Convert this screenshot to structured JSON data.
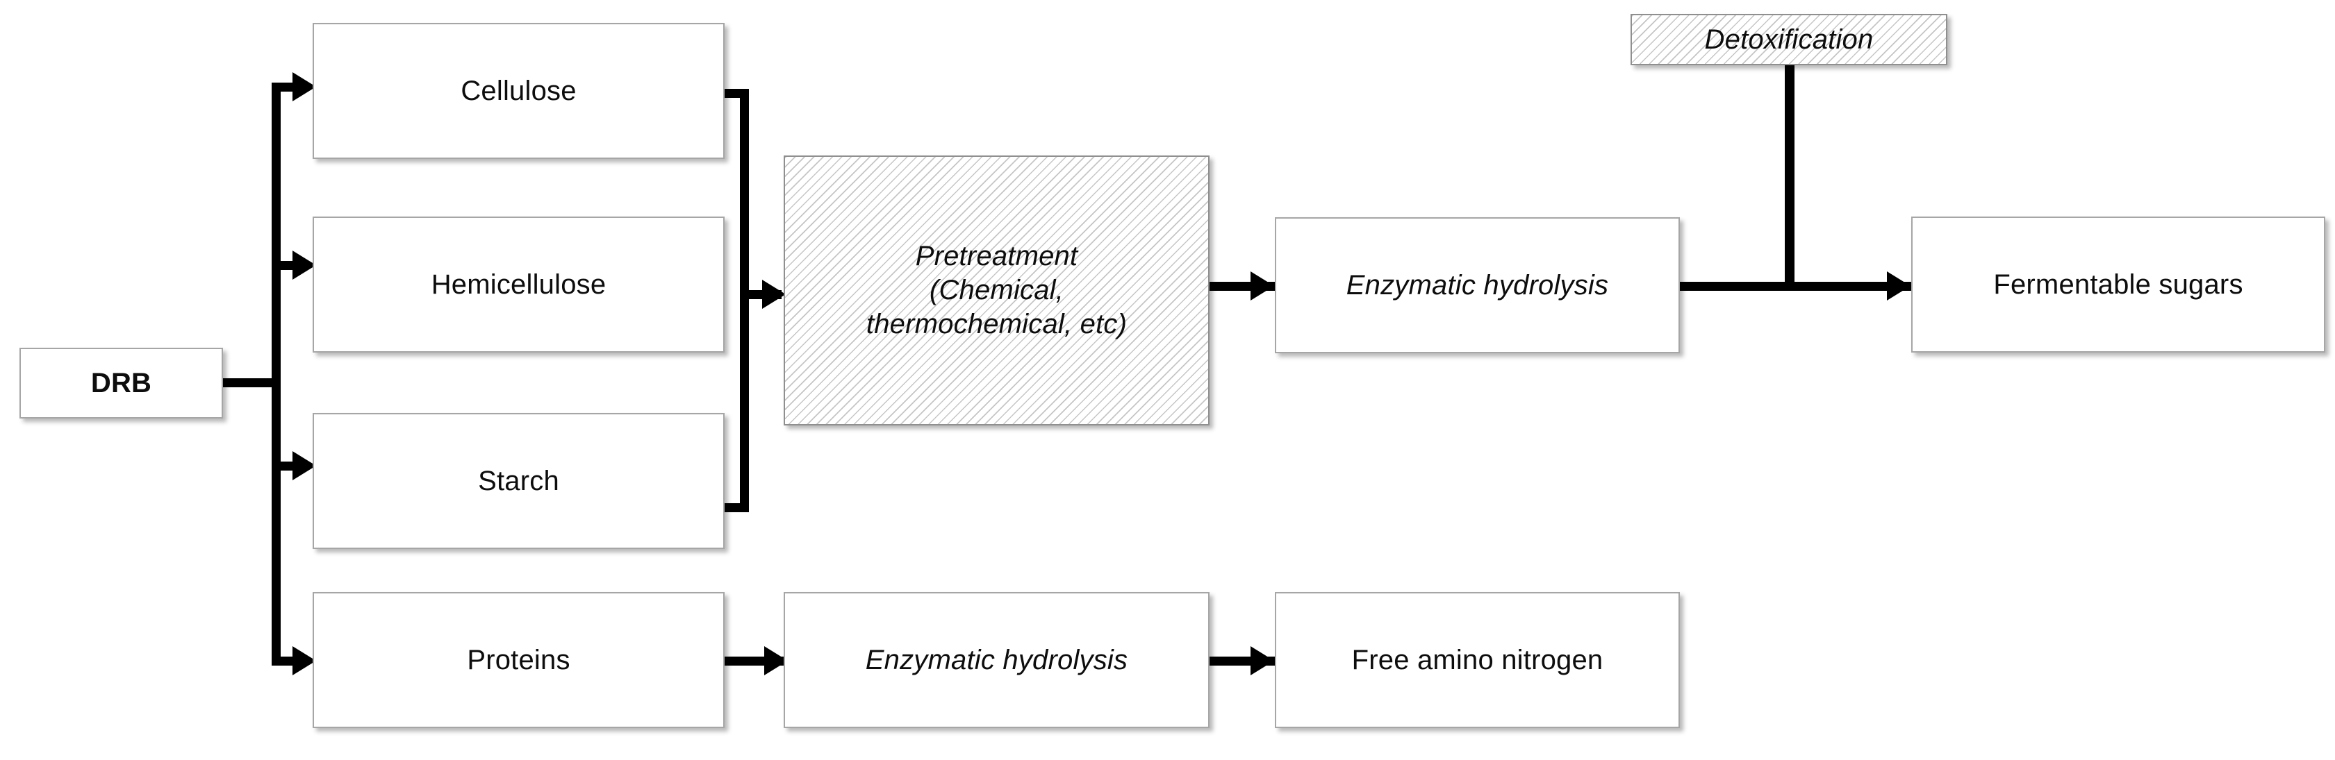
{
  "diagram": {
    "title": "DRB biomass fractionation and hydrolysis flow diagram",
    "background_color": "#ffffff",
    "line_color": "#000000",
    "box_border_color": "#a6a6a6",
    "hatch_color": "#969696",
    "nodes": {
      "drb": {
        "label": "DRB",
        "style": "bold"
      },
      "cellulose": {
        "label": "Cellulose",
        "style": "plain"
      },
      "hemicellulose": {
        "label": "Hemicellulose",
        "style": "plain"
      },
      "starch": {
        "label": "Starch",
        "style": "plain"
      },
      "proteins": {
        "label": "Proteins",
        "style": "plain"
      },
      "pretreatment": {
        "label": "Pretreatment\n(Chemical,\nthermochemical, etc)",
        "style": "italic-hatched",
        "line1": "Pretreatment",
        "line2": "(Chemical,",
        "line3": "thermochemical, etc)"
      },
      "enzymatic_top": {
        "label": "Enzymatic hydrolysis",
        "style": "italic"
      },
      "enzymatic_bottom": {
        "label": "Enzymatic hydrolysis",
        "style": "italic"
      },
      "detoxification": {
        "label": "Detoxification",
        "style": "italic-hatched"
      },
      "fermentable_sugars": {
        "label": "Fermentable sugars",
        "style": "plain"
      },
      "free_amino_nitrogen": {
        "label": "Free amino nitrogen",
        "style": "plain"
      }
    },
    "edges": [
      {
        "from": "drb",
        "to": "cellulose",
        "kind": "branch-arrow"
      },
      {
        "from": "drb",
        "to": "hemicellulose",
        "kind": "branch-arrow"
      },
      {
        "from": "drb",
        "to": "starch",
        "kind": "branch-arrow"
      },
      {
        "from": "drb",
        "to": "proteins",
        "kind": "branch-arrow"
      },
      {
        "from": "cellulose+hemicellulose+starch",
        "to": "pretreatment",
        "kind": "bracket-merge-arrow"
      },
      {
        "from": "pretreatment",
        "to": "enzymatic_top",
        "kind": "arrow"
      },
      {
        "from": "enzymatic_top",
        "to": "fermentable_sugars",
        "kind": "arrow"
      },
      {
        "from": "detoxification",
        "to": "enzymatic_top-to-fermentable_sugars",
        "kind": "drop-line"
      },
      {
        "from": "proteins",
        "to": "enzymatic_bottom",
        "kind": "arrow"
      },
      {
        "from": "enzymatic_bottom",
        "to": "free_amino_nitrogen",
        "kind": "arrow"
      }
    ]
  }
}
